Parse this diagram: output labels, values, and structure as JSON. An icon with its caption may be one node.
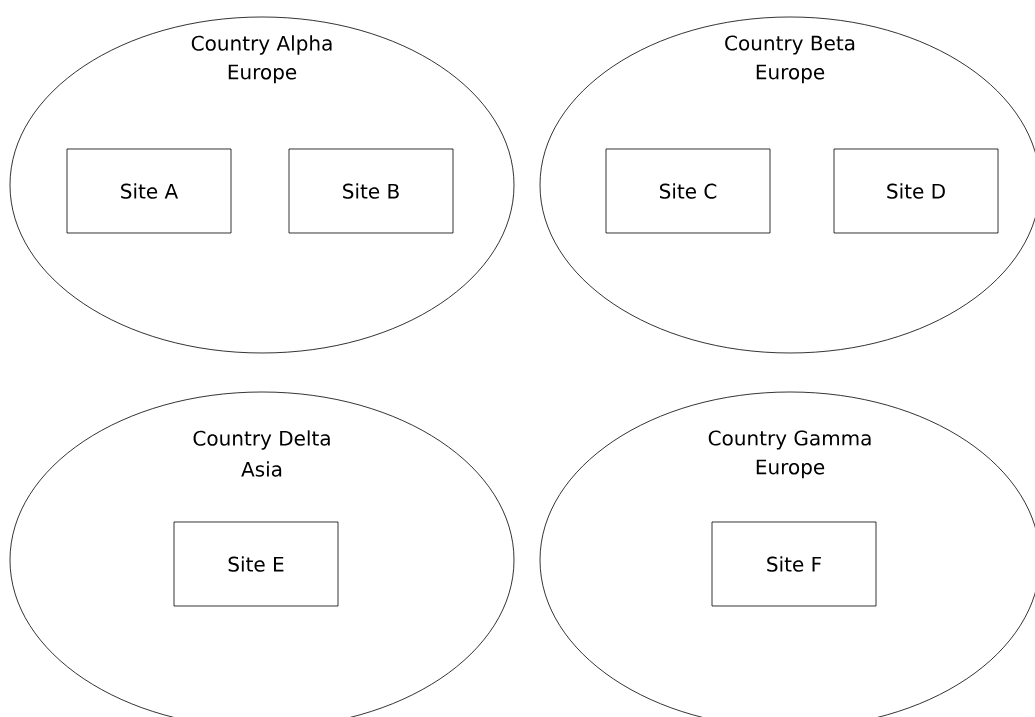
{
  "diagram": {
    "nodes": [
      {
        "text": [
          "Country Alpha",
          "Europe"
        ]
      },
      {
        "text": [
          "Site A"
        ],
        "in": 0
      },
      {
        "text": [
          "Site B"
        ],
        "in": 0
      },
      {
        "text": [
          "Country Beta",
          "Europe"
        ]
      },
      {
        "text": [
          "Site C"
        ],
        "in": 3
      },
      {
        "text": [
          "Site D"
        ],
        "in": 3
      },
      {
        "text": [
          "Country Delta",
          "Asia"
        ]
      },
      {
        "text": [
          "Site E"
        ],
        "in": 6
      },
      {
        "text": [
          "Country Gamma",
          "Europe"
        ]
      },
      {
        "text": [
          "Site F"
        ],
        "in": 8
      }
    ]
  }
}
